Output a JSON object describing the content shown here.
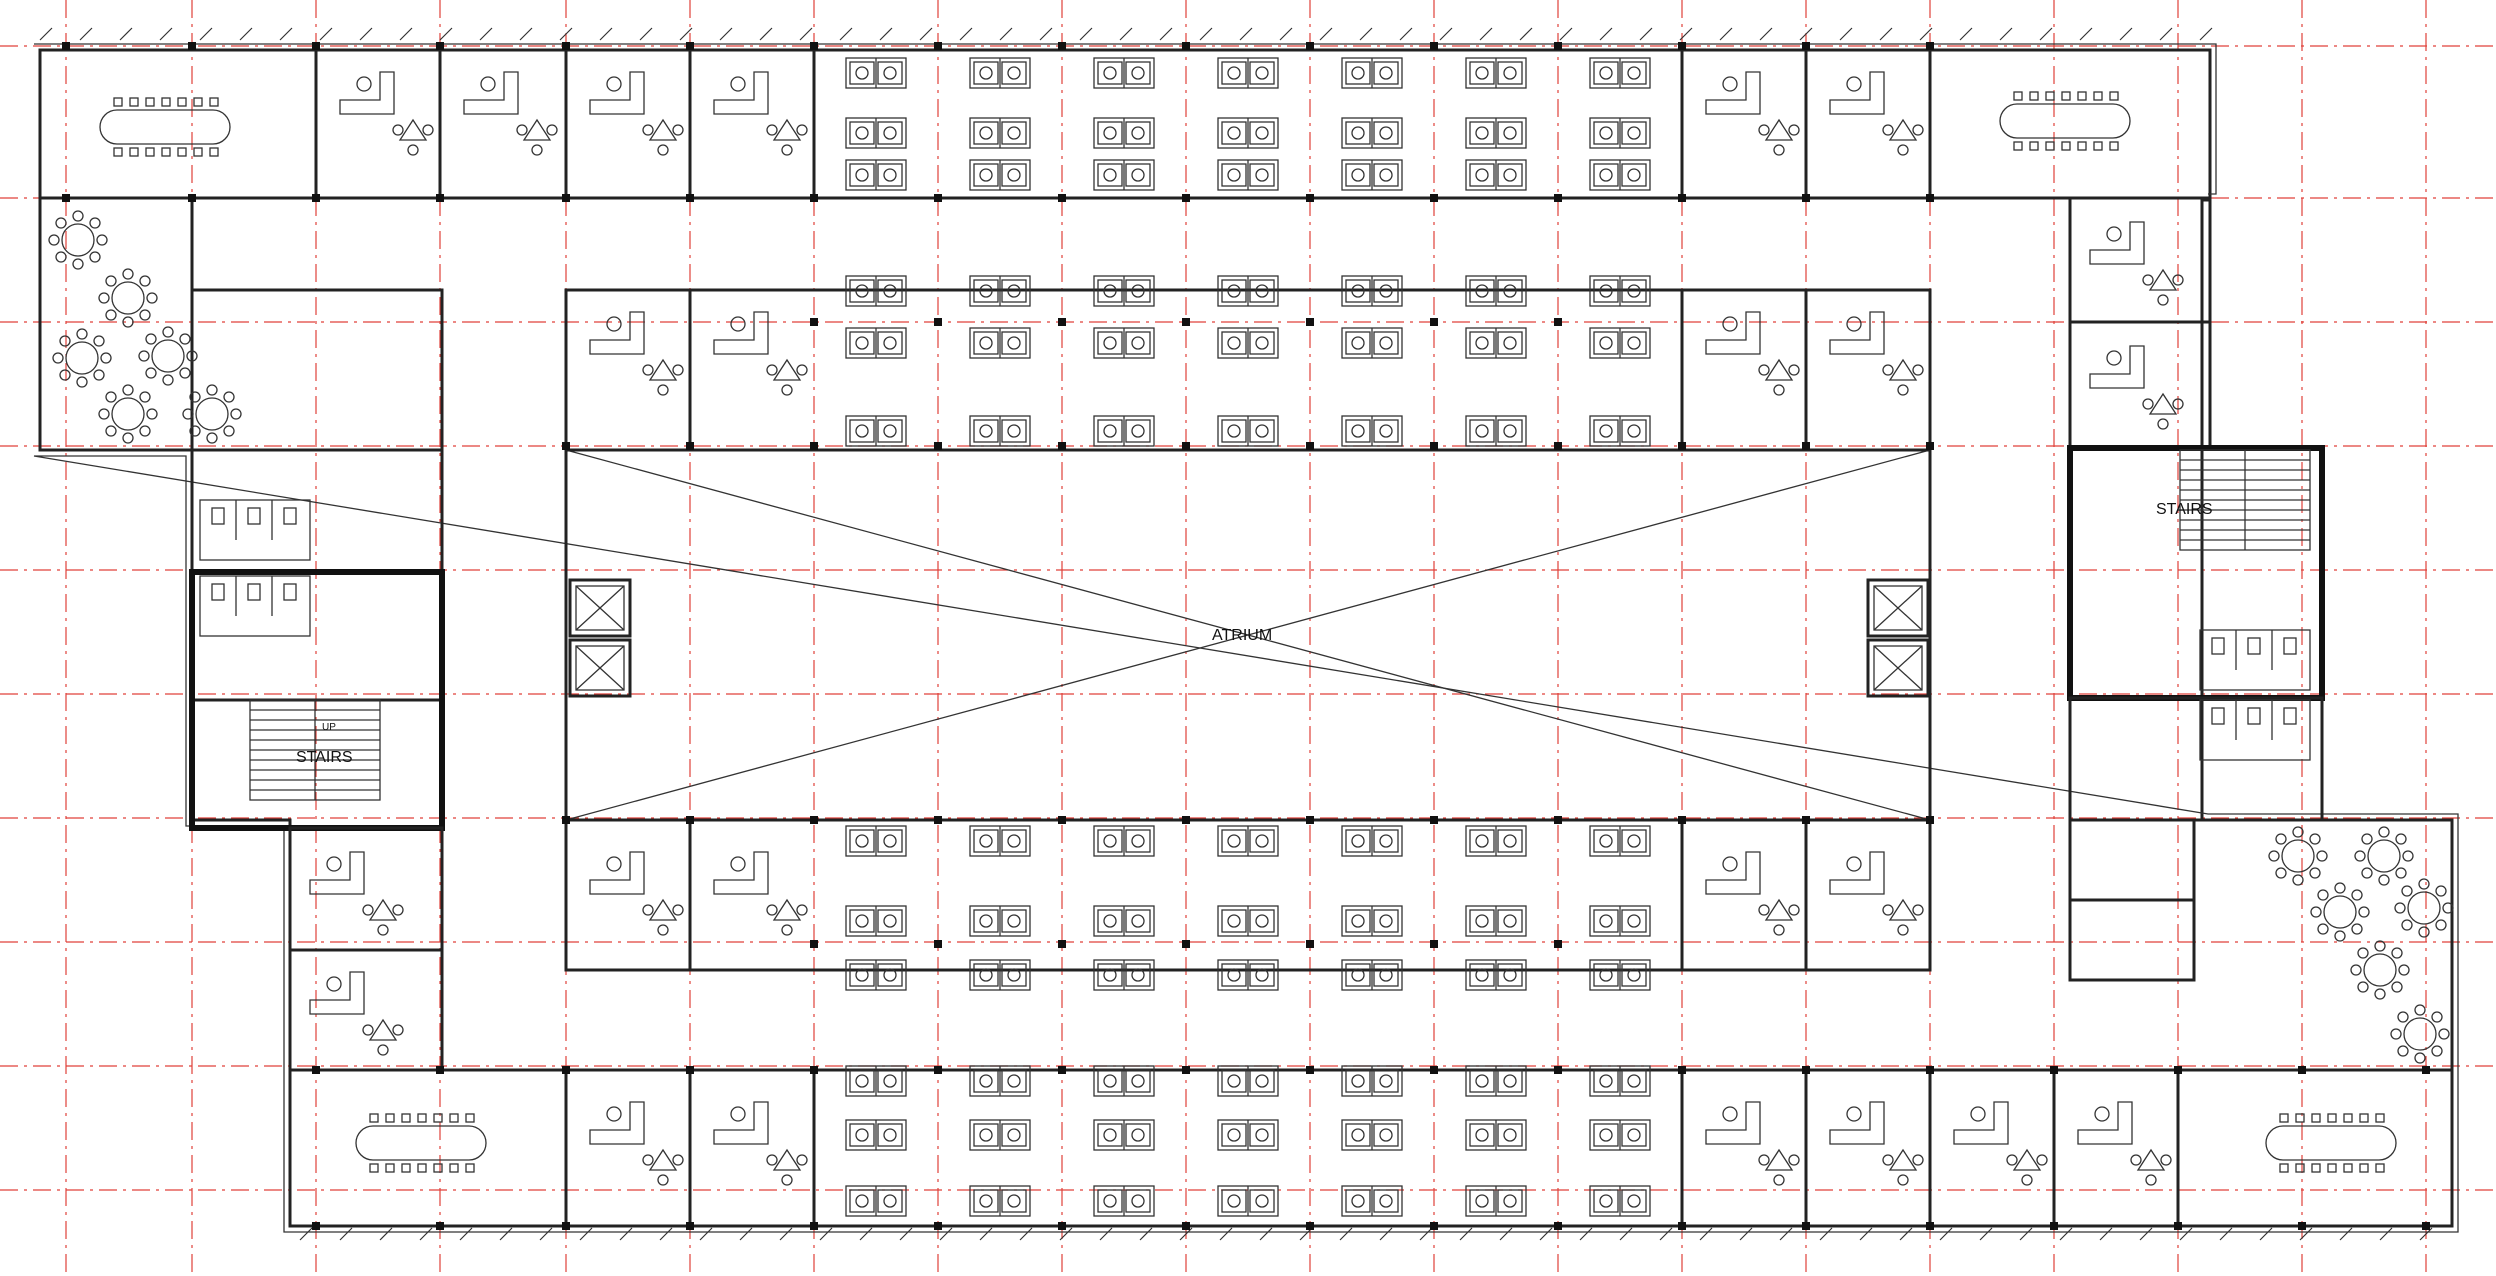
{
  "labels": {
    "atrium": "ATRIUM",
    "stairs_left": "STAIRS",
    "stairs_right": "STAIRS",
    "up": "UP"
  },
  "colors": {
    "grid_line": "#e0413a",
    "wall": "#222222",
    "background": "#ffffff"
  }
}
